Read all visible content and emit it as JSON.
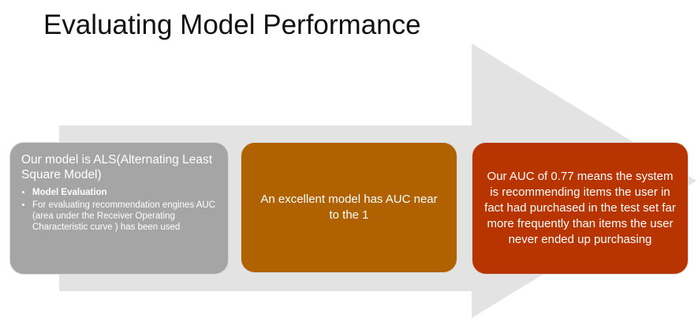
{
  "slide": {
    "title": "Evaluating Model Performance",
    "colors": {
      "arrow": "#e3e3e3",
      "box1": "#a5a5a5",
      "box2": "#b06100",
      "box3": "#b83400",
      "box_border": "#d9d9d9"
    },
    "steps": [
      {
        "heading": "Our model is ALS(Alternating Least Square Model)",
        "bullets": [
          "Model Evaluation",
          "For evaluating recommendation engines AUC (area under the Receiver Operating Characteristic curve ) has been used"
        ]
      },
      {
        "text": "An excellent model has AUC near to the 1"
      },
      {
        "text": "Our AUC of 0.77 means the system is recommending items the user in fact had purchased in the test set far more frequently than items the user never ended up purchasing"
      }
    ]
  }
}
